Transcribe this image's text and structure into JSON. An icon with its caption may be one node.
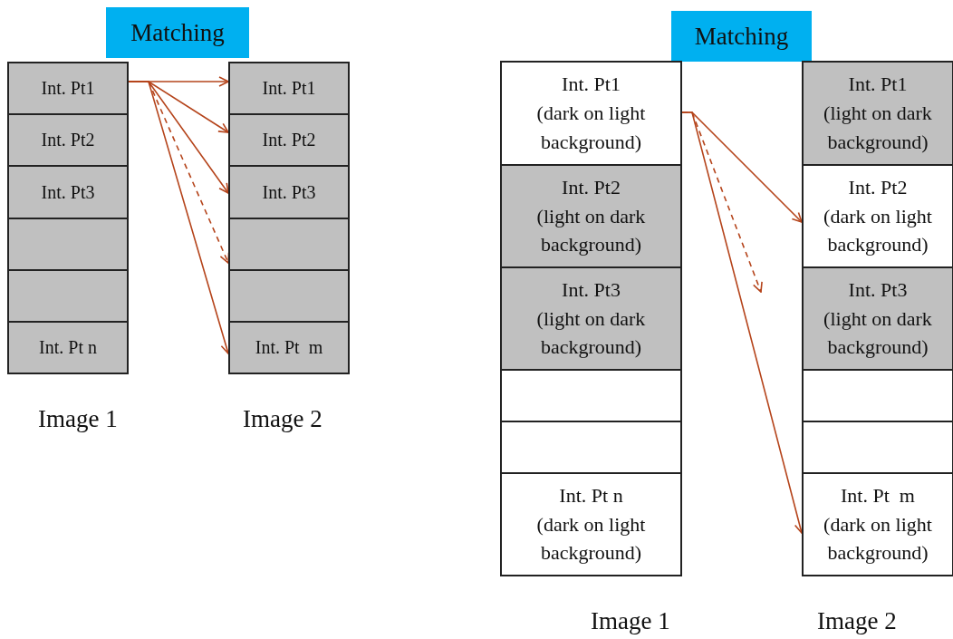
{
  "diagram": {
    "nodes": [
      {
        "text": [
          "Matching"
        ]
      },
      {
        "text": [
          "Int. Pt1"
        ]
      },
      {
        "text": [
          "Int. Pt2"
        ]
      },
      {
        "text": [
          "Int. Pt3"
        ]
      },
      {
        "text": [],
        "shape": "box"
      },
      {
        "text": [],
        "shape": "box"
      },
      {
        "text": [
          "Int. Pt n"
        ]
      },
      {
        "text": [
          "Int. Pt1"
        ]
      },
      {
        "text": [
          "Int. Pt2"
        ]
      },
      {
        "text": [
          "Int. Pt3"
        ]
      },
      {
        "text": [],
        "shape": "box"
      },
      {
        "text": [],
        "shape": "box"
      },
      {
        "text": [
          "Int. Pt  m"
        ]
      },
      {
        "text": [
          "Matching"
        ]
      },
      {
        "text": [
          "Int. Pt1",
          "(dark on light background)"
        ]
      },
      {
        "text": [
          "Int. Pt2",
          "(light on dark background)"
        ]
      },
      {
        "text": [
          "Int. Pt3",
          "(light on dark background)"
        ]
      },
      {
        "text": [],
        "shape": "box"
      },
      {
        "text": [],
        "shape": "box"
      },
      {
        "text": [
          "Int. Pt n",
          "(dark on light background)"
        ]
      },
      {
        "text": [
          "Int. Pt1",
          "(light on dark background)"
        ]
      },
      {
        "text": [
          "Int. Pt2",
          "(dark on light background)"
        ]
      },
      {
        "text": [
          "Int. Pt3",
          "(light on dark background)"
        ]
      },
      {
        "text": [],
        "shape": "box"
      },
      {
        "text": [],
        "shape": "box"
      },
      {
        "text": [
          "Int. Pt  m",
          "(dark on light background)"
        ]
      }
    ],
    "edges": [
      {
        "from": 1,
        "to": 7,
        "arrow": "to"
      },
      {
        "from": 1,
        "to": 8,
        "arrow": "to"
      },
      {
        "from": 1,
        "to": 9,
        "arrow": "to"
      },
      {
        "from": 1,
        "to": 10,
        "arrow": "to",
        "style": "dashed"
      },
      {
        "from": 1,
        "to": 12,
        "arrow": "to"
      },
      {
        "from": 14,
        "to": 21,
        "arrow": "to"
      },
      {
        "from": 14,
        "to": null,
        "arrow": "to",
        "style": "dashed"
      },
      {
        "from": 14,
        "to": 25,
        "arrow": "to"
      }
    ],
    "labels": [
      "Image 1",
      "Image 2",
      "Image 1",
      "Image 2"
    ]
  }
}
